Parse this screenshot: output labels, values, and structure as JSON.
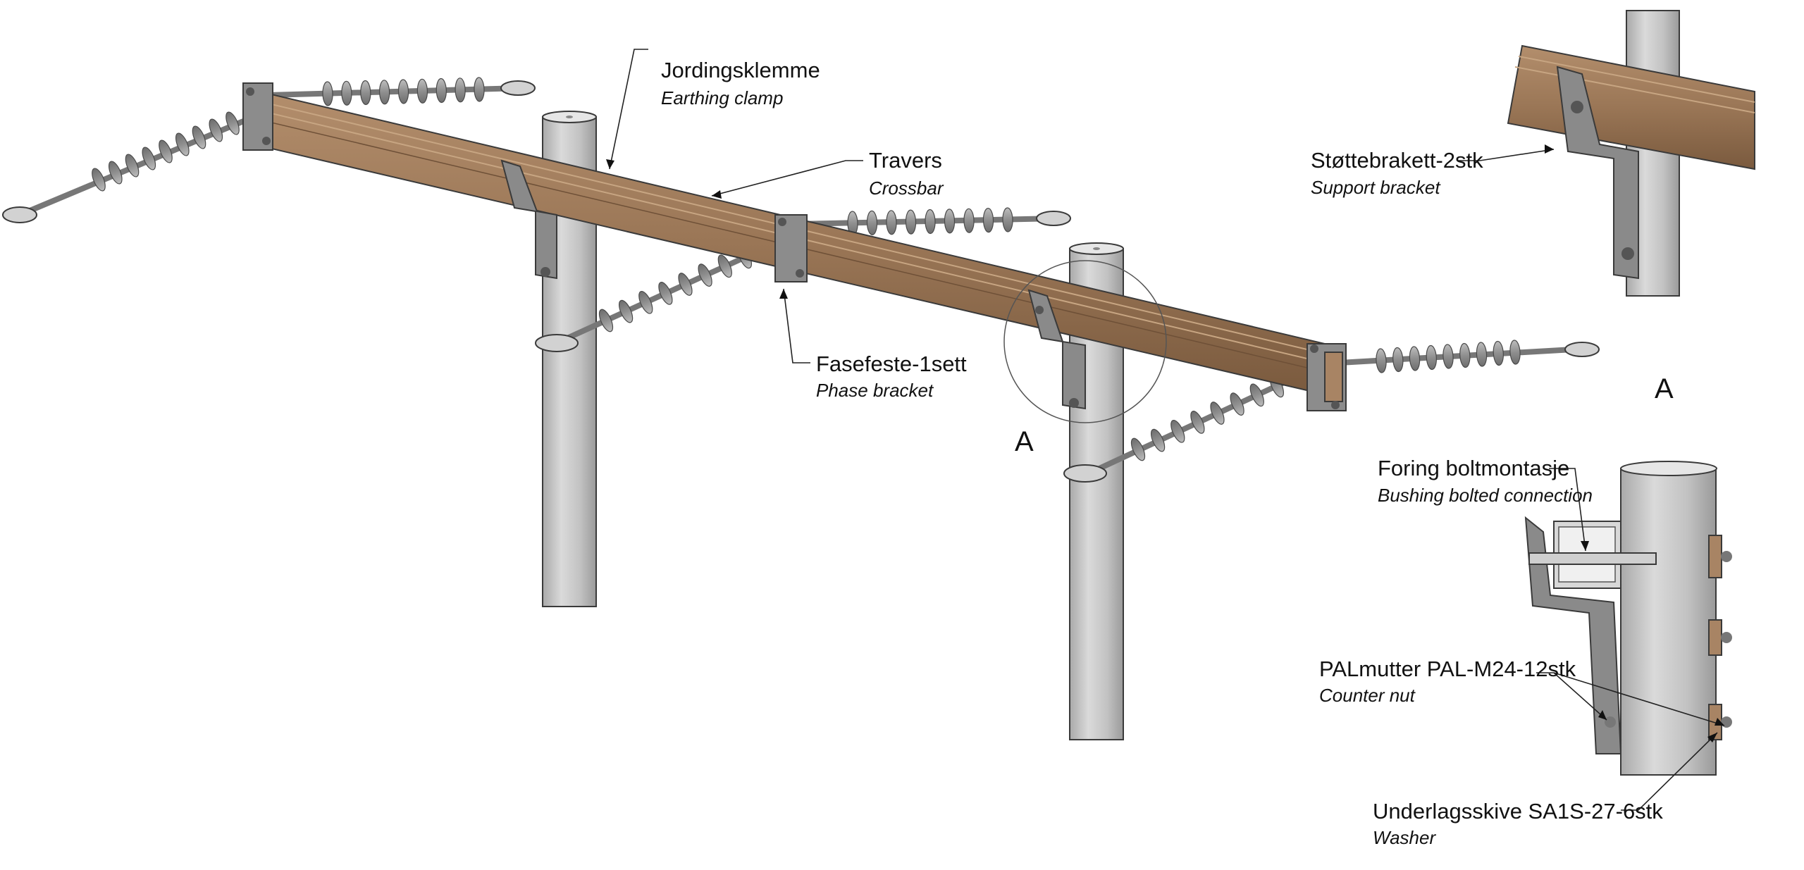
{
  "labels": {
    "earthing_clamp": {
      "no": "Jordingsklemme",
      "en": "Earthing clamp"
    },
    "crossbar": {
      "no": "Travers",
      "en": "Crossbar"
    },
    "phase_bracket": {
      "no": "Fasefeste-1sett",
      "en": "Phase bracket"
    },
    "support_bracket": {
      "no": "Støttebrakett-2stk",
      "en": "Support bracket"
    },
    "bushing": {
      "no": "Foring boltmontasje",
      "en": "Bushing bolted connection"
    },
    "counter_nut": {
      "no": "PALmutter PAL-M24-12stk",
      "en": "Counter nut"
    },
    "washer": {
      "no": "Underlagsskive SA1S-27-6stk",
      "en": "Washer"
    },
    "detail_main": "A",
    "detail_view": "A"
  },
  "colors": {
    "crossbar_wood": "#9a7656",
    "crossbar_wood_light": "#b08a68",
    "crossbar_wood_dark": "#7a5a3e",
    "pole": "#c4c4c4",
    "insulator": "#9c9c9c",
    "bracket": "#8c8c8c",
    "washer": "#a88464"
  }
}
